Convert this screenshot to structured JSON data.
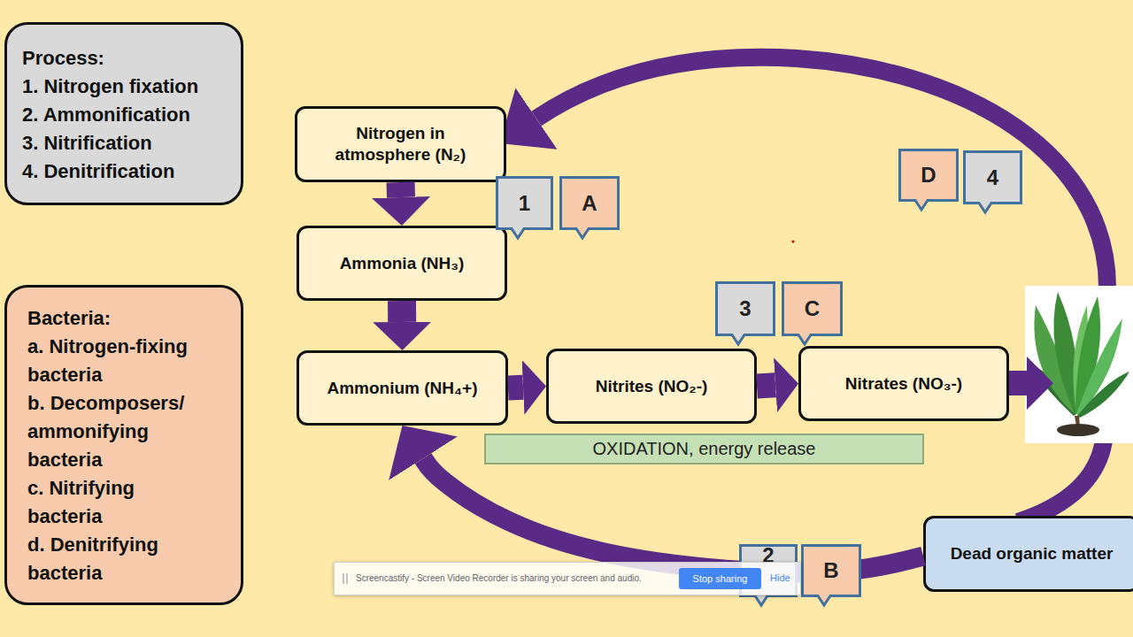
{
  "diagram": {
    "nodes": [
      {
        "text": [
          "Process:",
          "1. Nitrogen fixation",
          "2. Ammonification",
          "3. Nitrification",
          "4. Denitrification"
        ]
      },
      {
        "text": [
          "Nitrogen in atmosphere (N₂)"
        ]
      },
      {
        "text": [
          "D"
        ]
      },
      {
        "text": [
          "4"
        ]
      },
      {
        "text": [
          "1"
        ]
      },
      {
        "text": [
          "A"
        ]
      },
      {
        "text": [
          "Ammonia (NH₃)"
        ]
      },
      {
        "text": [
          "Bacteria:",
          "a. Nitrogen-fixing bacteria",
          "b. Decomposers/ ammonifying bacteria",
          "c. Nitrifying bacteria",
          "d. Denitrifying bacteria"
        ]
      },
      {
        "text": [
          "3"
        ]
      },
      {
        "text": [
          "C"
        ]
      },
      {
        "text": [
          "Ammonium (NH₄+)"
        ]
      },
      {
        "text": [
          "Nitrites (NO₂-)"
        ]
      },
      {
        "text": [
          "Nitrates (NO₃-)"
        ]
      },
      {
        "text": [
          "OXIDATION, energy release"
        ]
      },
      {
        "text": [
          "Dead organic matter"
        ]
      },
      {
        "text": [
          "2"
        ]
      },
      {
        "text": [
          "B"
        ]
      },
      {
        "text": [
          "Screencastify - Screen Video Recorder is sharing your screen and audio.",
          "Hide"
        ]
      },
      {
        "text": [
          "Stop sharing"
        ],
        "in": 17
      }
    ],
    "edges": [
      {
        "from": 1,
        "to": 6,
        "arrow": "to"
      },
      {
        "from": 6,
        "to": 10,
        "arrow": "to"
      },
      {
        "from": 10,
        "to": 11,
        "arrow": "to"
      },
      {
        "from": 11,
        "to": 12,
        "arrow": "to"
      },
      {
        "from": 14,
        "to": 10,
        "arrow": "to"
      }
    ]
  }
}
